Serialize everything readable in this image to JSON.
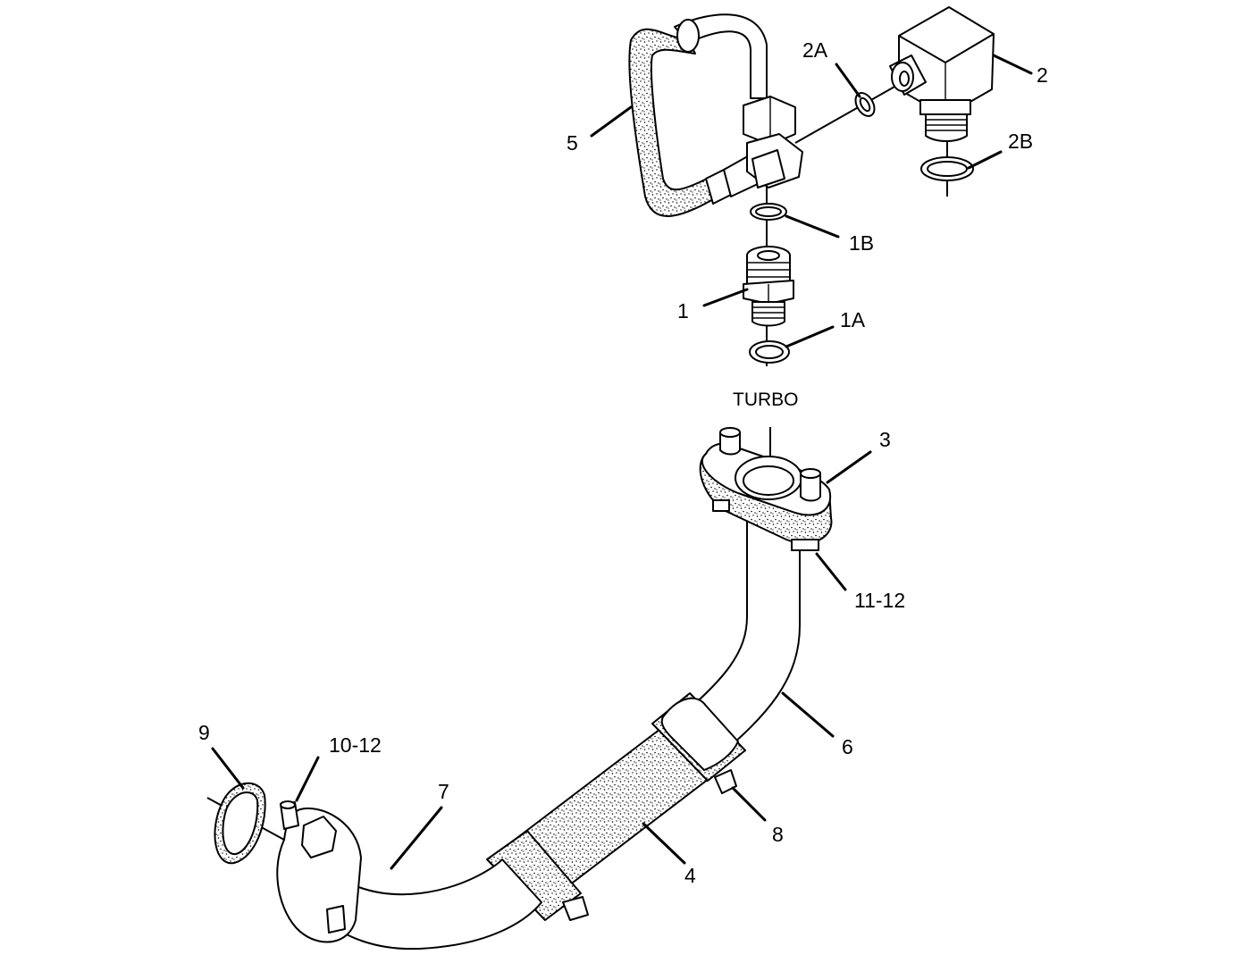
{
  "diagram": {
    "location_label": "TURBO",
    "callouts": {
      "c1": "1",
      "c1A": "1A",
      "c1B": "1B",
      "c2": "2",
      "c2A": "2A",
      "c2B": "2B",
      "c3": "3",
      "c4": "4",
      "c5": "5",
      "c6": "6",
      "c7": "7",
      "c8": "8",
      "c9": "9",
      "c10_12": "10-12",
      "c11_12": "11-12"
    }
  }
}
